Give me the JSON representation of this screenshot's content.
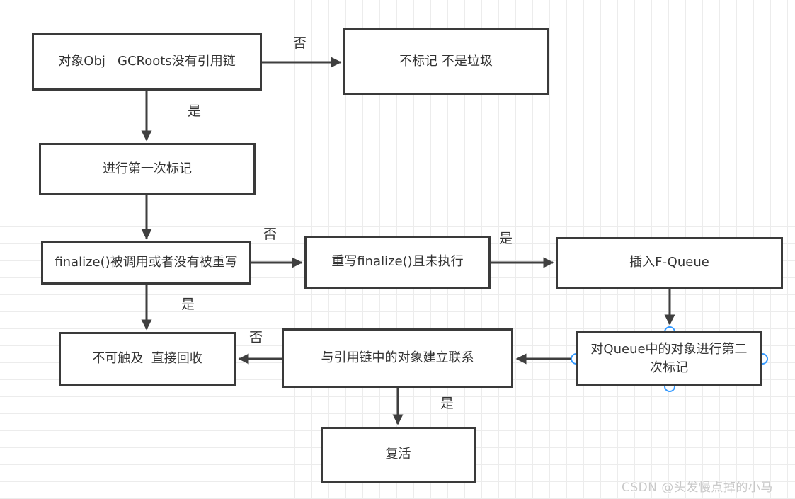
{
  "diagram": {
    "nodes": {
      "objGcroots": {
        "label": "对象Obj   GCRoots没有引用链"
      },
      "noMark": {
        "label": "不标记 不是垃圾"
      },
      "firstMark": {
        "label": "进行第一次标记"
      },
      "finalizeCalled": {
        "label": "finalize()被调用或者没有被重写"
      },
      "rewriteFinalize": {
        "label": "重写finalize()且未执行"
      },
      "insertFQueue": {
        "label": "插入F-Queue"
      },
      "unreachable": {
        "label": "不可触及  直接回收"
      },
      "establishLink": {
        "label": "与引用链中的对象建立联系"
      },
      "secondMark": {
        "label": "对Queue中的对象进行第二次标记"
      },
      "revive": {
        "label": "复活"
      }
    },
    "edge_labels": {
      "no1": "否",
      "yes1": "是",
      "no2": "否",
      "yes2": "是",
      "yes3": "是",
      "no3": "否",
      "yes4": "是"
    },
    "colors": {
      "line": "#3f3f3f",
      "node_border": "#3a3a3a",
      "text": "#333333",
      "handle_stroke": "#3399ff",
      "grid": "#ececec",
      "watermark": "#c9c9c9"
    }
  },
  "watermark": "CSDN @头发慢点掉的小马"
}
